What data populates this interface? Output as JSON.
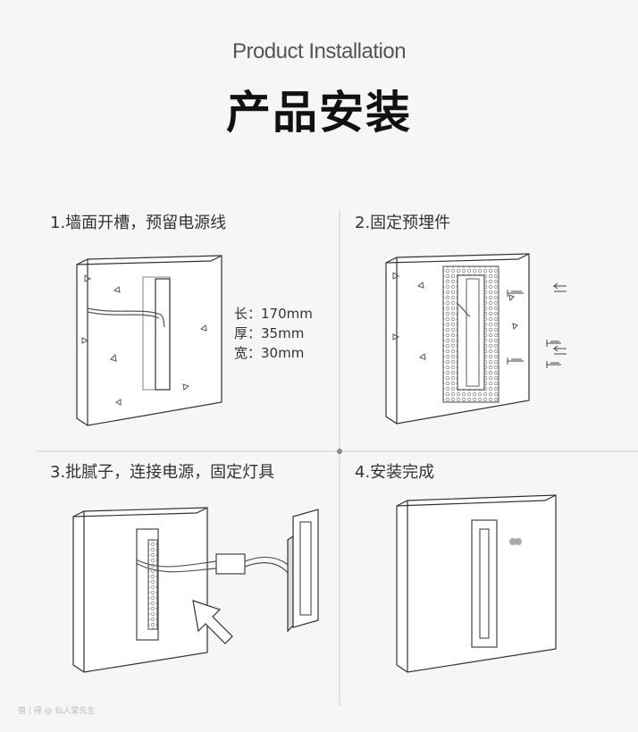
{
  "header": {
    "subtitle": "Product Installation",
    "title": "产品安装"
  },
  "steps": [
    {
      "label": "1.墙面开槽，预留电源线"
    },
    {
      "label": "2.固定预埋件"
    },
    {
      "label": "3.批腻子，连接电源，固定灯具"
    },
    {
      "label": "4.安装完成"
    }
  ],
  "dimensions": {
    "length": "长：170mm",
    "thickness": "厚：35mm",
    "width": "宽：30mm"
  },
  "watermark": "值 | 得 @ 仙人掌先生"
}
